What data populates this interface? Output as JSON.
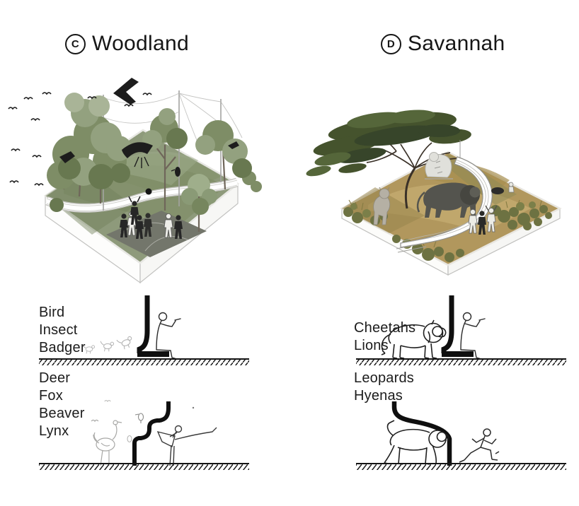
{
  "figure": {
    "panels": [
      {
        "id": "woodland",
        "badge": "C",
        "title": "Woodland",
        "surface": {
          "species": [
            "Bird",
            "Insect",
            "Badger"
          ]
        },
        "underground": {
          "species": [
            "Deer",
            "Fox",
            "Beaver",
            "Lynx"
          ]
        }
      },
      {
        "id": "savannah",
        "badge": "D",
        "title": "Savannah",
        "surface": {
          "species": [
            "Cheetahs",
            "Lions"
          ]
        },
        "underground": {
          "species": [
            "Leopards",
            "Hyenas"
          ]
        }
      }
    ],
    "colors": {
      "ink": "#1a1a1a",
      "barrier": "#0f0f0f",
      "woodland_green": "#8e9a7b",
      "savannah_gold": "#b1975d"
    }
  }
}
